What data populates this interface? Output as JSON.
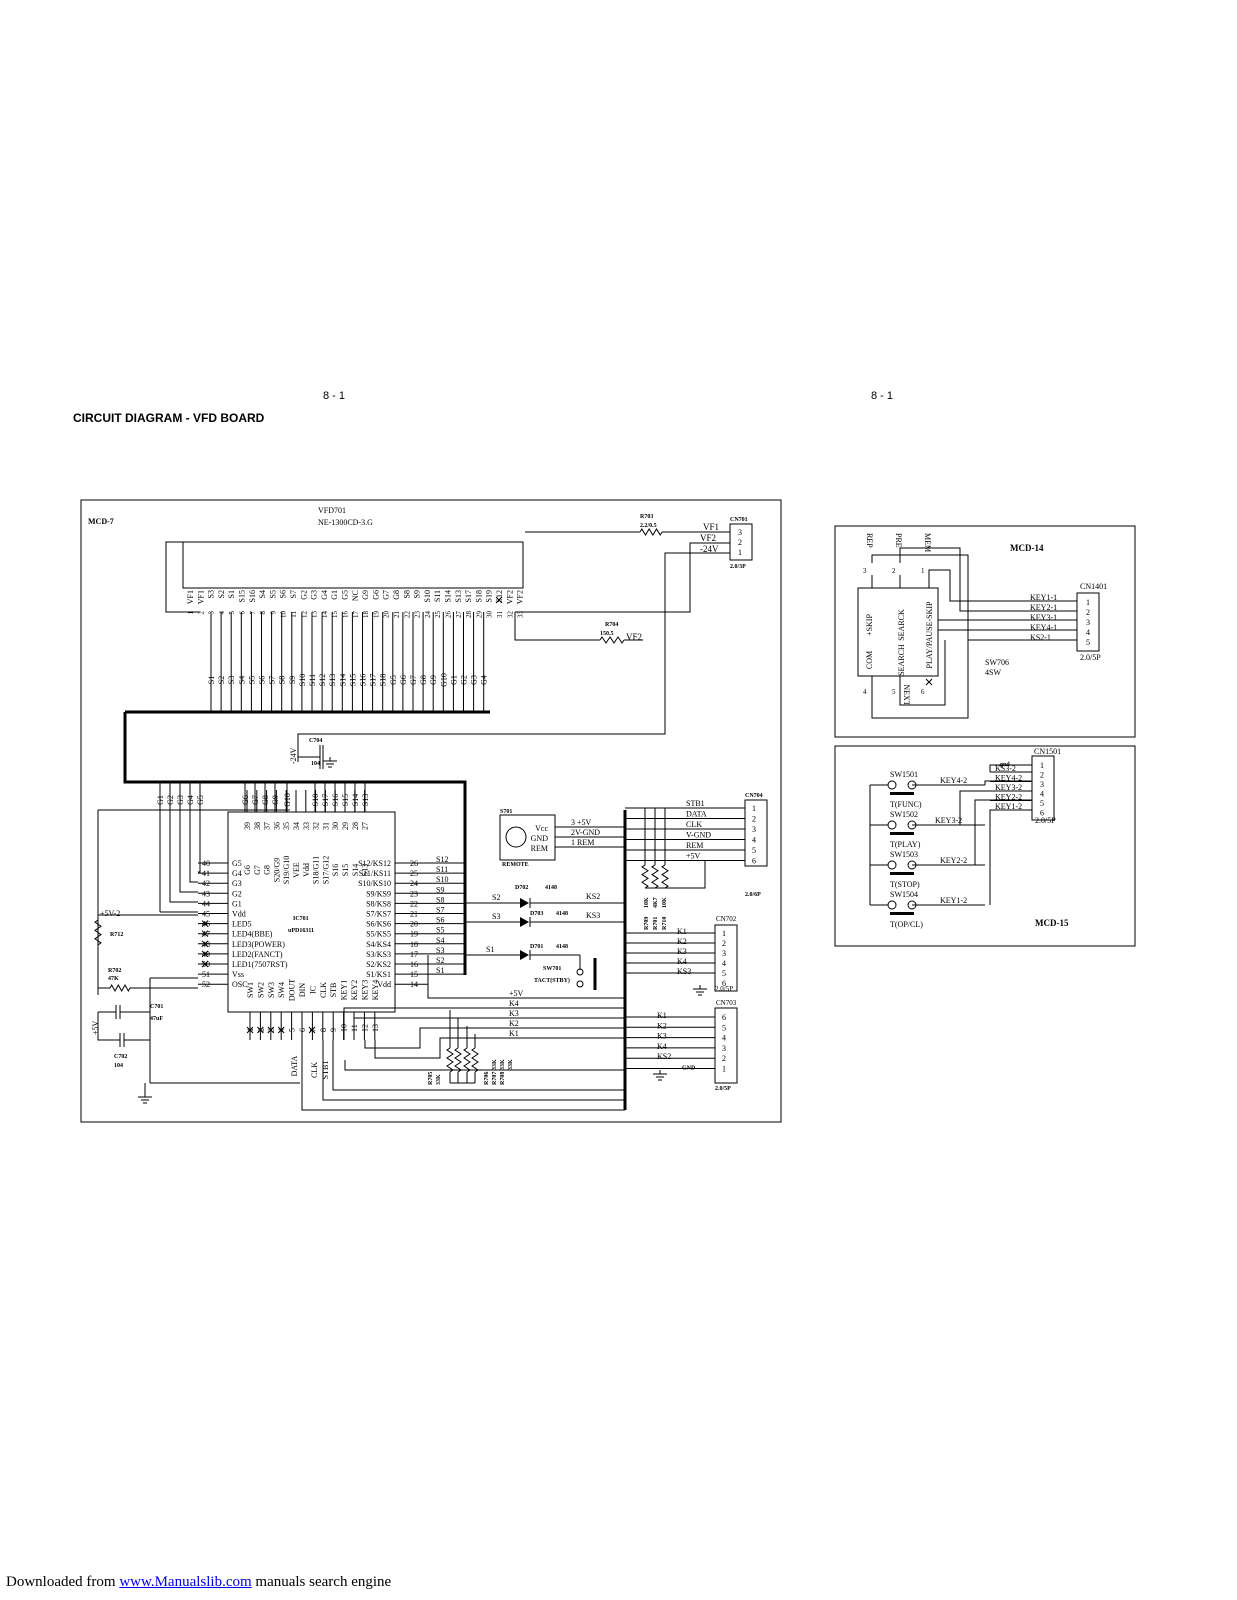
{
  "page": {
    "page_number_left": "8 - 1",
    "page_number_right": "8 - 1",
    "title": "CIRCUIT DIAGRAM - VFD BOARD",
    "footer_prefix": "Downloaded from",
    "footer_link": "www.Manualslib.com",
    "footer_suffix": " manuals search engine"
  },
  "boards": {
    "main": "MCD-7",
    "key_board": "MCD-14",
    "button_board": "MCD-15"
  },
  "vfd": {
    "ref": "VFD701",
    "part": "NE-1300CD-3.G",
    "top_pins": [
      "VF1",
      "VF1",
      "S3",
      "S2",
      "S1",
      "S15",
      "S16",
      "S4",
      "S5",
      "S6",
      "S7",
      "G2",
      "G3",
      "G4",
      "G1",
      "G5",
      "NC",
      "G9",
      "G6",
      "G7",
      "G8",
      "S8",
      "S9",
      "S10",
      "S11",
      "S14",
      "S13",
      "S17",
      "S18",
      "S19",
      "S12",
      "VF2",
      "VF2"
    ],
    "bottom_signals": [
      "S1",
      "S2",
      "S3",
      "S4",
      "S5",
      "S6",
      "S7",
      "S8",
      "S9",
      "S10",
      "S11",
      "S12",
      "S13",
      "S14",
      "S15",
      "S16",
      "S17",
      "S18",
      "G5",
      "G6",
      "G7",
      "G8",
      "G9",
      "G10",
      "G1",
      "G2",
      "G3",
      "G4"
    ]
  },
  "ic": {
    "ref": "IC701",
    "part": "uPD16311",
    "left_pins": [
      {
        "n": "40",
        "name": "G5"
      },
      {
        "n": "41",
        "name": "G4"
      },
      {
        "n": "42",
        "name": "G3"
      },
      {
        "n": "43",
        "name": "G2"
      },
      {
        "n": "44",
        "name": "G1"
      },
      {
        "n": "45",
        "name": "Vdd"
      },
      {
        "n": "46",
        "name": "LED5"
      },
      {
        "n": "47",
        "name": "LED4(BBE)"
      },
      {
        "n": "48",
        "name": "LED3(POWER)"
      },
      {
        "n": "49",
        "name": "LED2(FANCT)"
      },
      {
        "n": "50",
        "name": "LED1(7507RST)"
      },
      {
        "n": "51",
        "name": "Vss"
      },
      {
        "n": "52",
        "name": "OSC"
      }
    ],
    "right_pins": [
      {
        "n": "26",
        "name": "S12/KS12",
        "net": "S12"
      },
      {
        "n": "25",
        "name": "S11/KS11",
        "net": "S11"
      },
      {
        "n": "24",
        "name": "S10/KS10",
        "net": "S10"
      },
      {
        "n": "23",
        "name": "S9/KS9",
        "net": "S9"
      },
      {
        "n": "22",
        "name": "S8/KS8",
        "net": "S8"
      },
      {
        "n": "21",
        "name": "S7/KS7",
        "net": "S7"
      },
      {
        "n": "20",
        "name": "S6/KS6",
        "net": "S6"
      },
      {
        "n": "19",
        "name": "S5/KS5",
        "net": "S5"
      },
      {
        "n": "18",
        "name": "S4/KS4",
        "net": "S4"
      },
      {
        "n": "17",
        "name": "S3/KS3",
        "net": "S3"
      },
      {
        "n": "16",
        "name": "S2/KS2",
        "net": "S2"
      },
      {
        "n": "15",
        "name": "S1/KS1",
        "net": "S1"
      },
      {
        "n": "14",
        "name": "Vdd",
        "net": ""
      }
    ],
    "top_pins": [
      {
        "n": "39",
        "name": "G6"
      },
      {
        "n": "38",
        "name": "G7"
      },
      {
        "n": "37",
        "name": "G8"
      },
      {
        "n": "36",
        "name": "S20/G9"
      },
      {
        "n": "35",
        "name": "S19/G10"
      },
      {
        "n": "34",
        "name": "VEE"
      },
      {
        "n": "33",
        "name": "Vdd"
      },
      {
        "n": "32",
        "name": "S18/G11"
      },
      {
        "n": "31",
        "name": "S17/G12"
      },
      {
        "n": "30",
        "name": "S16"
      },
      {
        "n": "29",
        "name": "S15"
      },
      {
        "n": "28",
        "name": "S14"
      },
      {
        "n": "27",
        "name": "S13"
      }
    ],
    "bottom_pins": [
      {
        "n": "1",
        "name": "SW1"
      },
      {
        "n": "2",
        "name": "SW2"
      },
      {
        "n": "3",
        "name": "SW3"
      },
      {
        "n": "4",
        "name": "SW4"
      },
      {
        "n": "5",
        "name": "DOUT"
      },
      {
        "n": "6",
        "name": "DIN"
      },
      {
        "n": "7",
        "name": "IC"
      },
      {
        "n": "8",
        "name": "CLK"
      },
      {
        "n": "9",
        "name": "STB"
      },
      {
        "n": "10",
        "name": "KEY1"
      },
      {
        "n": "11",
        "name": "KEY2"
      },
      {
        "n": "12",
        "name": "KEY3"
      },
      {
        "n": "13",
        "name": "KEY4"
      }
    ],
    "top_bus_labels": [
      "G1",
      "G2",
      "G3",
      "G4",
      "G5",
      "G6",
      "G7",
      "G8",
      "G9",
      "G10",
      "S18",
      "S17",
      "S16",
      "S15",
      "S14",
      "S13"
    ]
  },
  "components": {
    "cn701": {
      "ref": "CN701",
      "spec": "2.0/3P",
      "pins": [
        "3",
        "2",
        "1"
      ],
      "nets": [
        "VF1",
        "VF2",
        "-24V"
      ]
    },
    "r703": {
      "ref": "R703",
      "value": "2.2/0.5"
    },
    "r704": {
      "ref": "R704",
      "value": "150.5",
      "net": "VF2"
    },
    "c704": {
      "ref": "C704",
      "value": "104",
      "net": "-24V"
    },
    "s701": {
      "ref": "S701",
      "name": "REMOTE",
      "pins": [
        "Vcc",
        "GND",
        "REM"
      ],
      "wires": [
        "3  +5V",
        "2V-GND",
        "1  REM"
      ]
    },
    "cn704": {
      "ref": "CN704",
      "spec": "2.0/6P",
      "pins": [
        "1",
        "2",
        "3",
        "4",
        "5",
        "6"
      ],
      "nets": [
        "STB1",
        "DATA",
        "CLK",
        "V-GND",
        "REM",
        "+5V"
      ]
    },
    "r709_711": {
      "refs": [
        "R709",
        "R701",
        "R710"
      ],
      "values": [
        "10K",
        "4K7",
        "10K"
      ]
    },
    "diodes": [
      {
        "ref": "D702",
        "value": "4148",
        "in": "S2",
        "out": "KS2"
      },
      {
        "ref": "D703",
        "value": "4148",
        "in": "S3",
        "out": "KS3"
      },
      {
        "ref": "D701",
        "value": "4148",
        "in": "S1",
        "out": ""
      }
    ],
    "sw701": {
      "ref": "SW701",
      "name": "TACT(STBY)"
    },
    "cn702": {
      "ref": "CN702",
      "spec": "2.0/5P",
      "pins": [
        "1",
        "2",
        "3",
        "4",
        "5",
        "6"
      ],
      "nets": [
        "K1",
        "K2",
        "K3",
        "K4",
        "KS3"
      ]
    },
    "cn703": {
      "ref": "CN703",
      "spec": "2.0/5P",
      "pins": [
        "6",
        "5",
        "4",
        "3",
        "2",
        "1"
      ],
      "nets": [
        "K1",
        "K2",
        "K3",
        "K4",
        "KS2",
        "GND"
      ]
    },
    "keybus": [
      "+5V",
      "K4",
      "K3",
      "K2",
      "K1"
    ],
    "r705_708": {
      "refs": [
        "R705",
        "R706",
        "R707",
        "R708"
      ],
      "values": [
        "33K",
        "33K",
        "33K",
        "33K"
      ]
    },
    "left": {
      "r712": "R712",
      "plus5v2": "+5V-2",
      "r702": {
        "ref": "R702",
        "value": "47K"
      },
      "c701": {
        "ref": "C701",
        "value": "47uF"
      },
      "c702": {
        "ref": "C702",
        "value": "104"
      },
      "plus5v": "+5V"
    },
    "bottom_nets": [
      "DATA",
      "CLK",
      "STB1"
    ],
    "gnd": "GND"
  },
  "mcd14": {
    "top_labels": [
      "REP",
      "PRE",
      "MEM"
    ],
    "top_pin_nums": [
      "3",
      "2",
      "1"
    ],
    "sw_labels": [
      "+SKIP",
      "SEARCK",
      "COM",
      "SEARCH",
      "PLAY/PAUSE-SKIP"
    ],
    "bottom_pin_nums": [
      "4",
      "5",
      "6"
    ],
    "bottom_label": "NEXT",
    "sw_ref": "SW706",
    "sw_type": "4SW",
    "cn": {
      "ref": "CN1401",
      "spec": "2.0/5P",
      "pins": [
        "1",
        "2",
        "3",
        "4",
        "5"
      ],
      "nets": [
        "KEY1-1",
        "KEY2-1",
        "KEY3-1",
        "KEY4-1",
        "KS2-1"
      ]
    }
  },
  "mcd15": {
    "cn": {
      "ref": "CN1501",
      "spec": "2.0/5P",
      "gnd": "gnd",
      "pins": [
        "1",
        "2",
        "3",
        "4",
        "5",
        "6"
      ],
      "nets": [
        "KS3-2",
        "KEY4-2",
        "KEY3-2",
        "KEY2-2",
        "KEY1-2"
      ]
    },
    "switches": [
      {
        "ref": "SW1501",
        "label": "T(FUNC)",
        "net": "KEY4-2"
      },
      {
        "ref": "SW1502",
        "label": "T(PLAY)",
        "net": "KEY3-2"
      },
      {
        "ref": "SW1503",
        "label": "T(STOP)",
        "net": "KEY2-2"
      },
      {
        "ref": "SW1504",
        "label": "T(OP/CL)",
        "net": "KEY1-2"
      }
    ]
  }
}
